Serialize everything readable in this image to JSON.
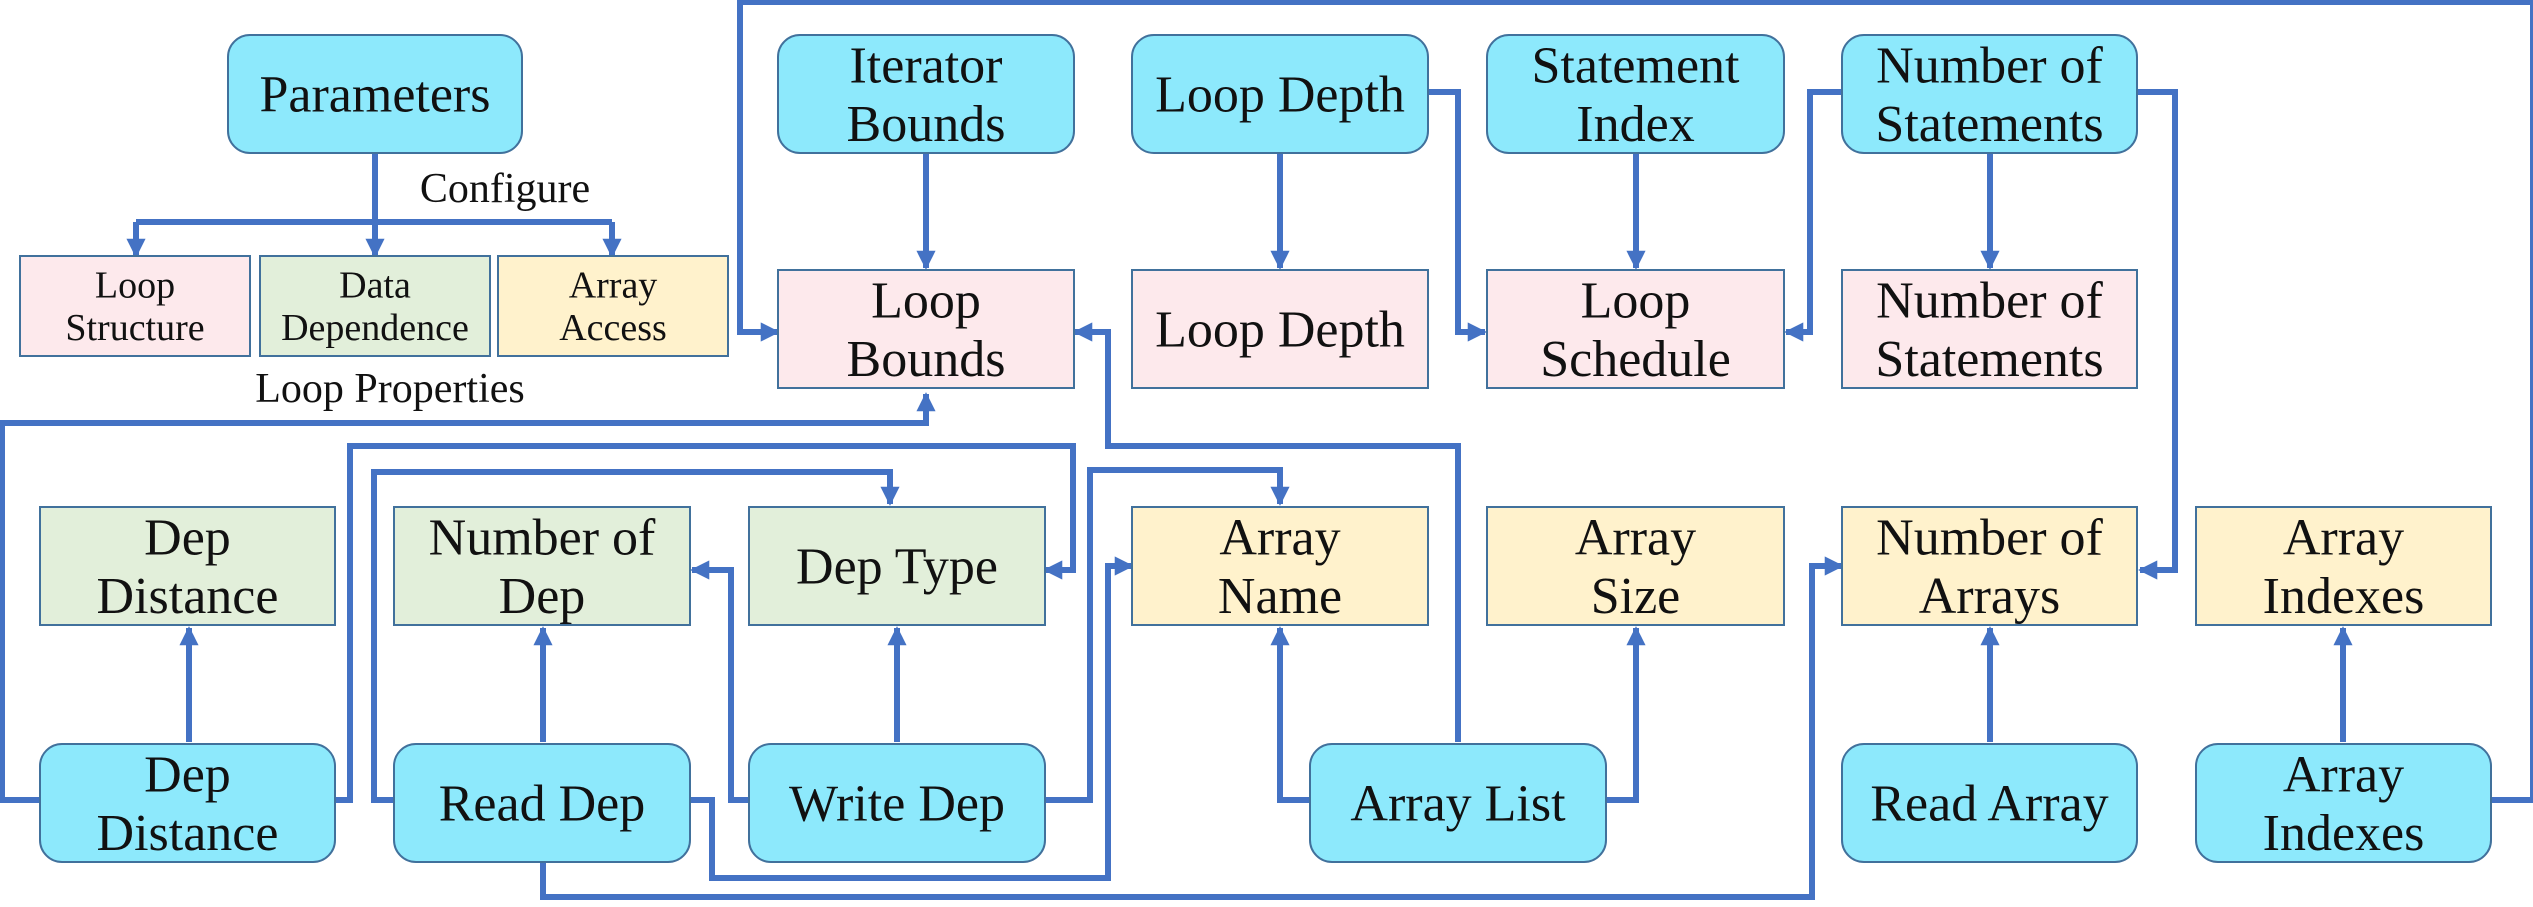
{
  "colors": {
    "input_fill": "#8de9fc",
    "loop_fill": "#fde9ec",
    "dep_fill": "#e2efda",
    "array_fill": "#fff2cc",
    "edge": "#4472c4",
    "border": "#41719c"
  },
  "labels": {
    "configure": "Configure",
    "loop_properties": "Loop Properties"
  },
  "nodes": {
    "parameters": {
      "lines": [
        "Parameters"
      ],
      "kind": "input"
    },
    "legend_loop": {
      "lines": [
        "Loop",
        "Structure"
      ],
      "kind": "loop"
    },
    "legend_dep": {
      "lines": [
        "Data",
        "Dependence"
      ],
      "kind": "dep"
    },
    "legend_array": {
      "lines": [
        "Array",
        "Access"
      ],
      "kind": "array"
    },
    "iterator_bounds": {
      "lines": [
        "Iterator",
        "Bounds"
      ],
      "kind": "input"
    },
    "loop_depth_in": {
      "lines": [
        "Loop Depth"
      ],
      "kind": "input"
    },
    "statement_index": {
      "lines": [
        "Statement",
        "Index"
      ],
      "kind": "input"
    },
    "num_statements_in": {
      "lines": [
        "Number of",
        "Statements"
      ],
      "kind": "input"
    },
    "loop_bounds": {
      "lines": [
        "Loop",
        "Bounds"
      ],
      "kind": "loop"
    },
    "loop_depth_out": {
      "lines": [
        "Loop Depth"
      ],
      "kind": "loop"
    },
    "loop_schedule": {
      "lines": [
        "Loop",
        "Schedule"
      ],
      "kind": "loop"
    },
    "num_statements_out": {
      "lines": [
        "Number of",
        "Statements"
      ],
      "kind": "loop"
    },
    "dep_distance_out": {
      "lines": [
        "Dep",
        "Distance"
      ],
      "kind": "dep"
    },
    "num_dep": {
      "lines": [
        "Number of",
        "Dep"
      ],
      "kind": "dep"
    },
    "dep_type": {
      "lines": [
        "Dep Type"
      ],
      "kind": "dep"
    },
    "array_name": {
      "lines": [
        "Array",
        "Name"
      ],
      "kind": "array"
    },
    "array_size": {
      "lines": [
        "Array",
        "Size"
      ],
      "kind": "array"
    },
    "num_arrays": {
      "lines": [
        "Number of",
        "Arrays"
      ],
      "kind": "array"
    },
    "array_indexes_out": {
      "lines": [
        "Array",
        "Indexes"
      ],
      "kind": "array"
    },
    "dep_distance_in": {
      "lines": [
        "Dep",
        "Distance"
      ],
      "kind": "input"
    },
    "read_dep": {
      "lines": [
        "Read Dep"
      ],
      "kind": "input"
    },
    "write_dep": {
      "lines": [
        "Write Dep"
      ],
      "kind": "input"
    },
    "array_list": {
      "lines": [
        "Array List"
      ],
      "kind": "input"
    },
    "read_array": {
      "lines": [
        "Read Array"
      ],
      "kind": "input"
    },
    "array_indexes_in": {
      "lines": [
        "Array",
        "Indexes"
      ],
      "kind": "input"
    }
  }
}
